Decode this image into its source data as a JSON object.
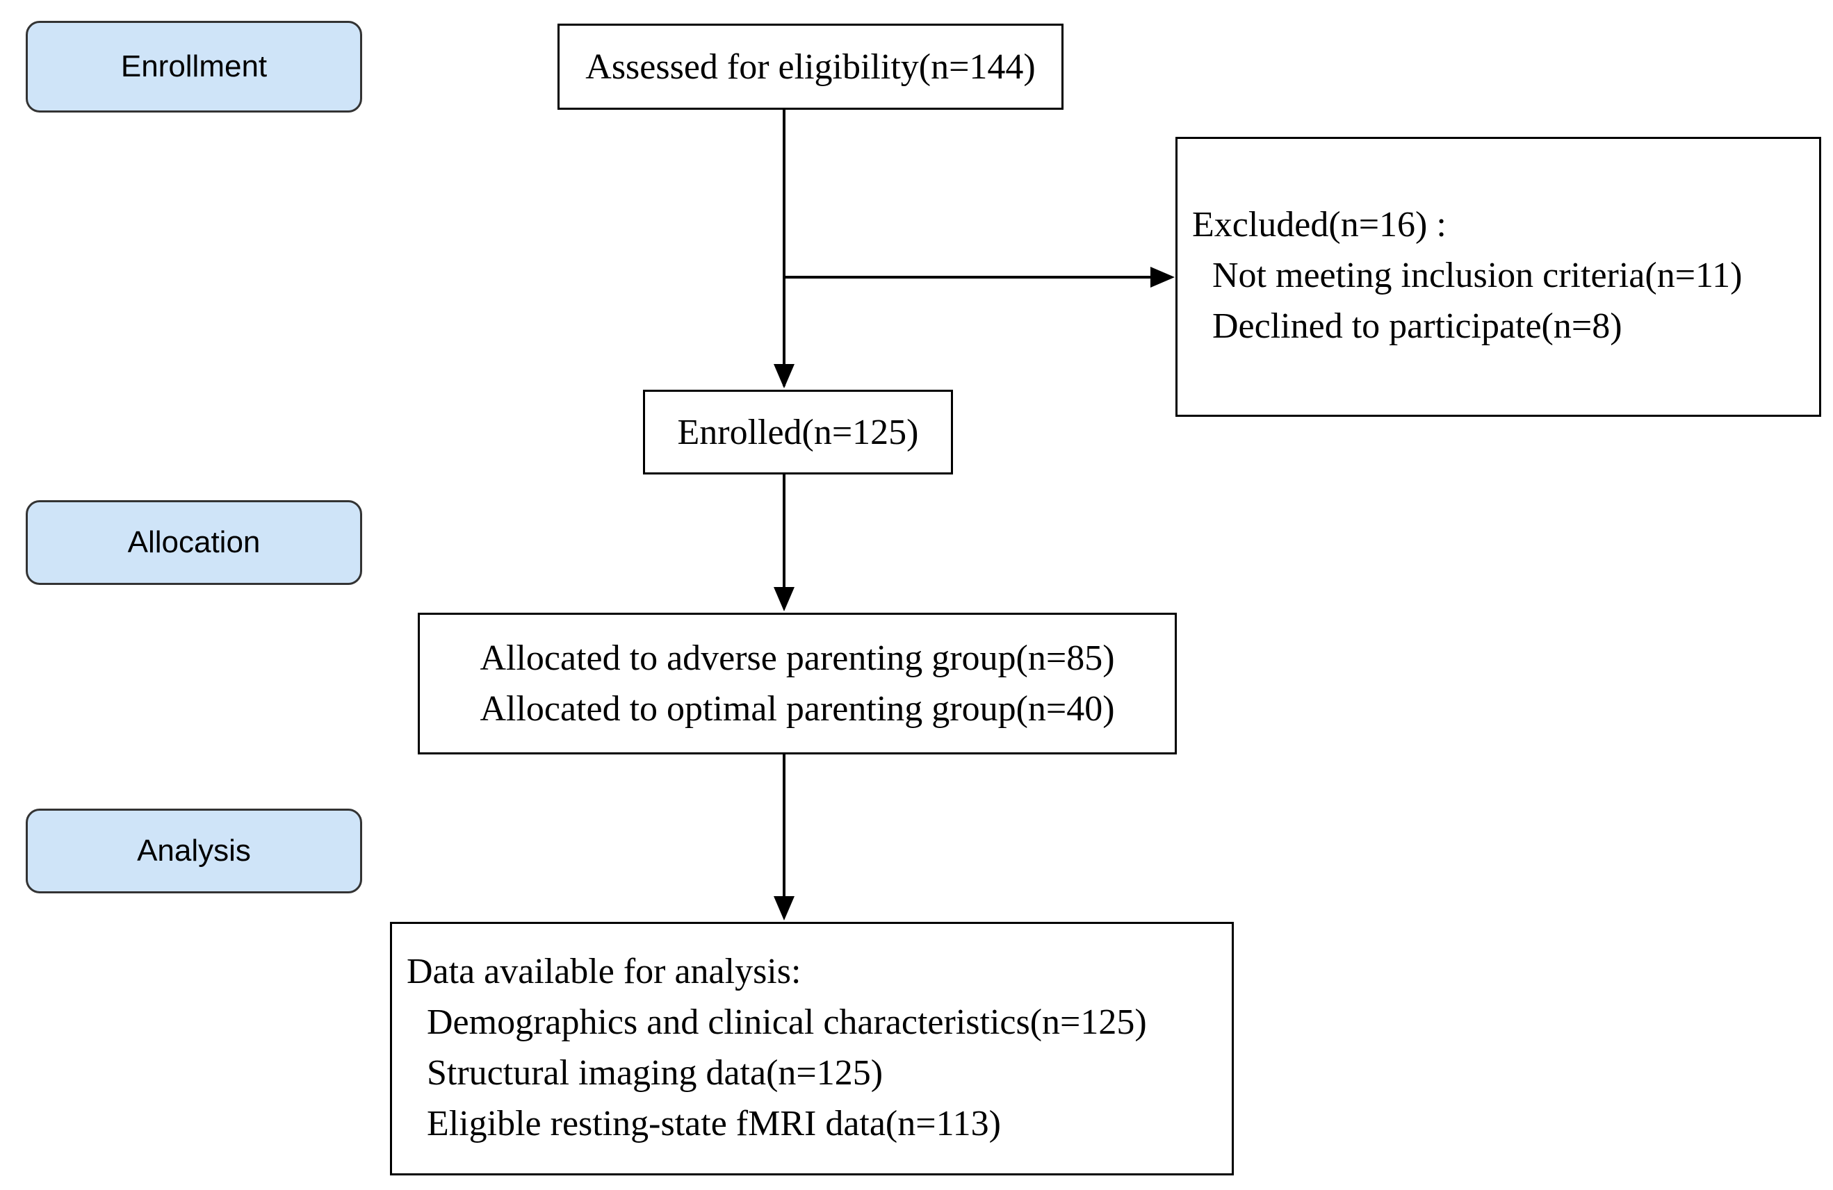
{
  "stages": {
    "enrollment": "Enrollment",
    "allocation": "Allocation",
    "analysis": "Analysis"
  },
  "boxes": {
    "assessed": "Assessed for eligibility(n=144)",
    "excluded": {
      "title": "Excluded(n=16) :",
      "items": [
        "Not meeting inclusion criteria(n=11)",
        "Declined to participate(n=8)"
      ]
    },
    "enrolled": "Enrolled(n=125)",
    "allocated": [
      "Allocated to adverse parenting group(n=85)",
      "Allocated to optimal parenting group(n=40)"
    ],
    "analysis": {
      "title": "Data available for analysis:",
      "items": [
        "Demographics and clinical characteristics(n=125)",
        "Structural imaging data(n=125)",
        "Eligible resting-state fMRI data(n=113)"
      ]
    }
  },
  "colors": {
    "stage_fill": "#cfe4f8",
    "stage_border": "#333333",
    "box_border": "#000000",
    "connector": "#000000"
  }
}
